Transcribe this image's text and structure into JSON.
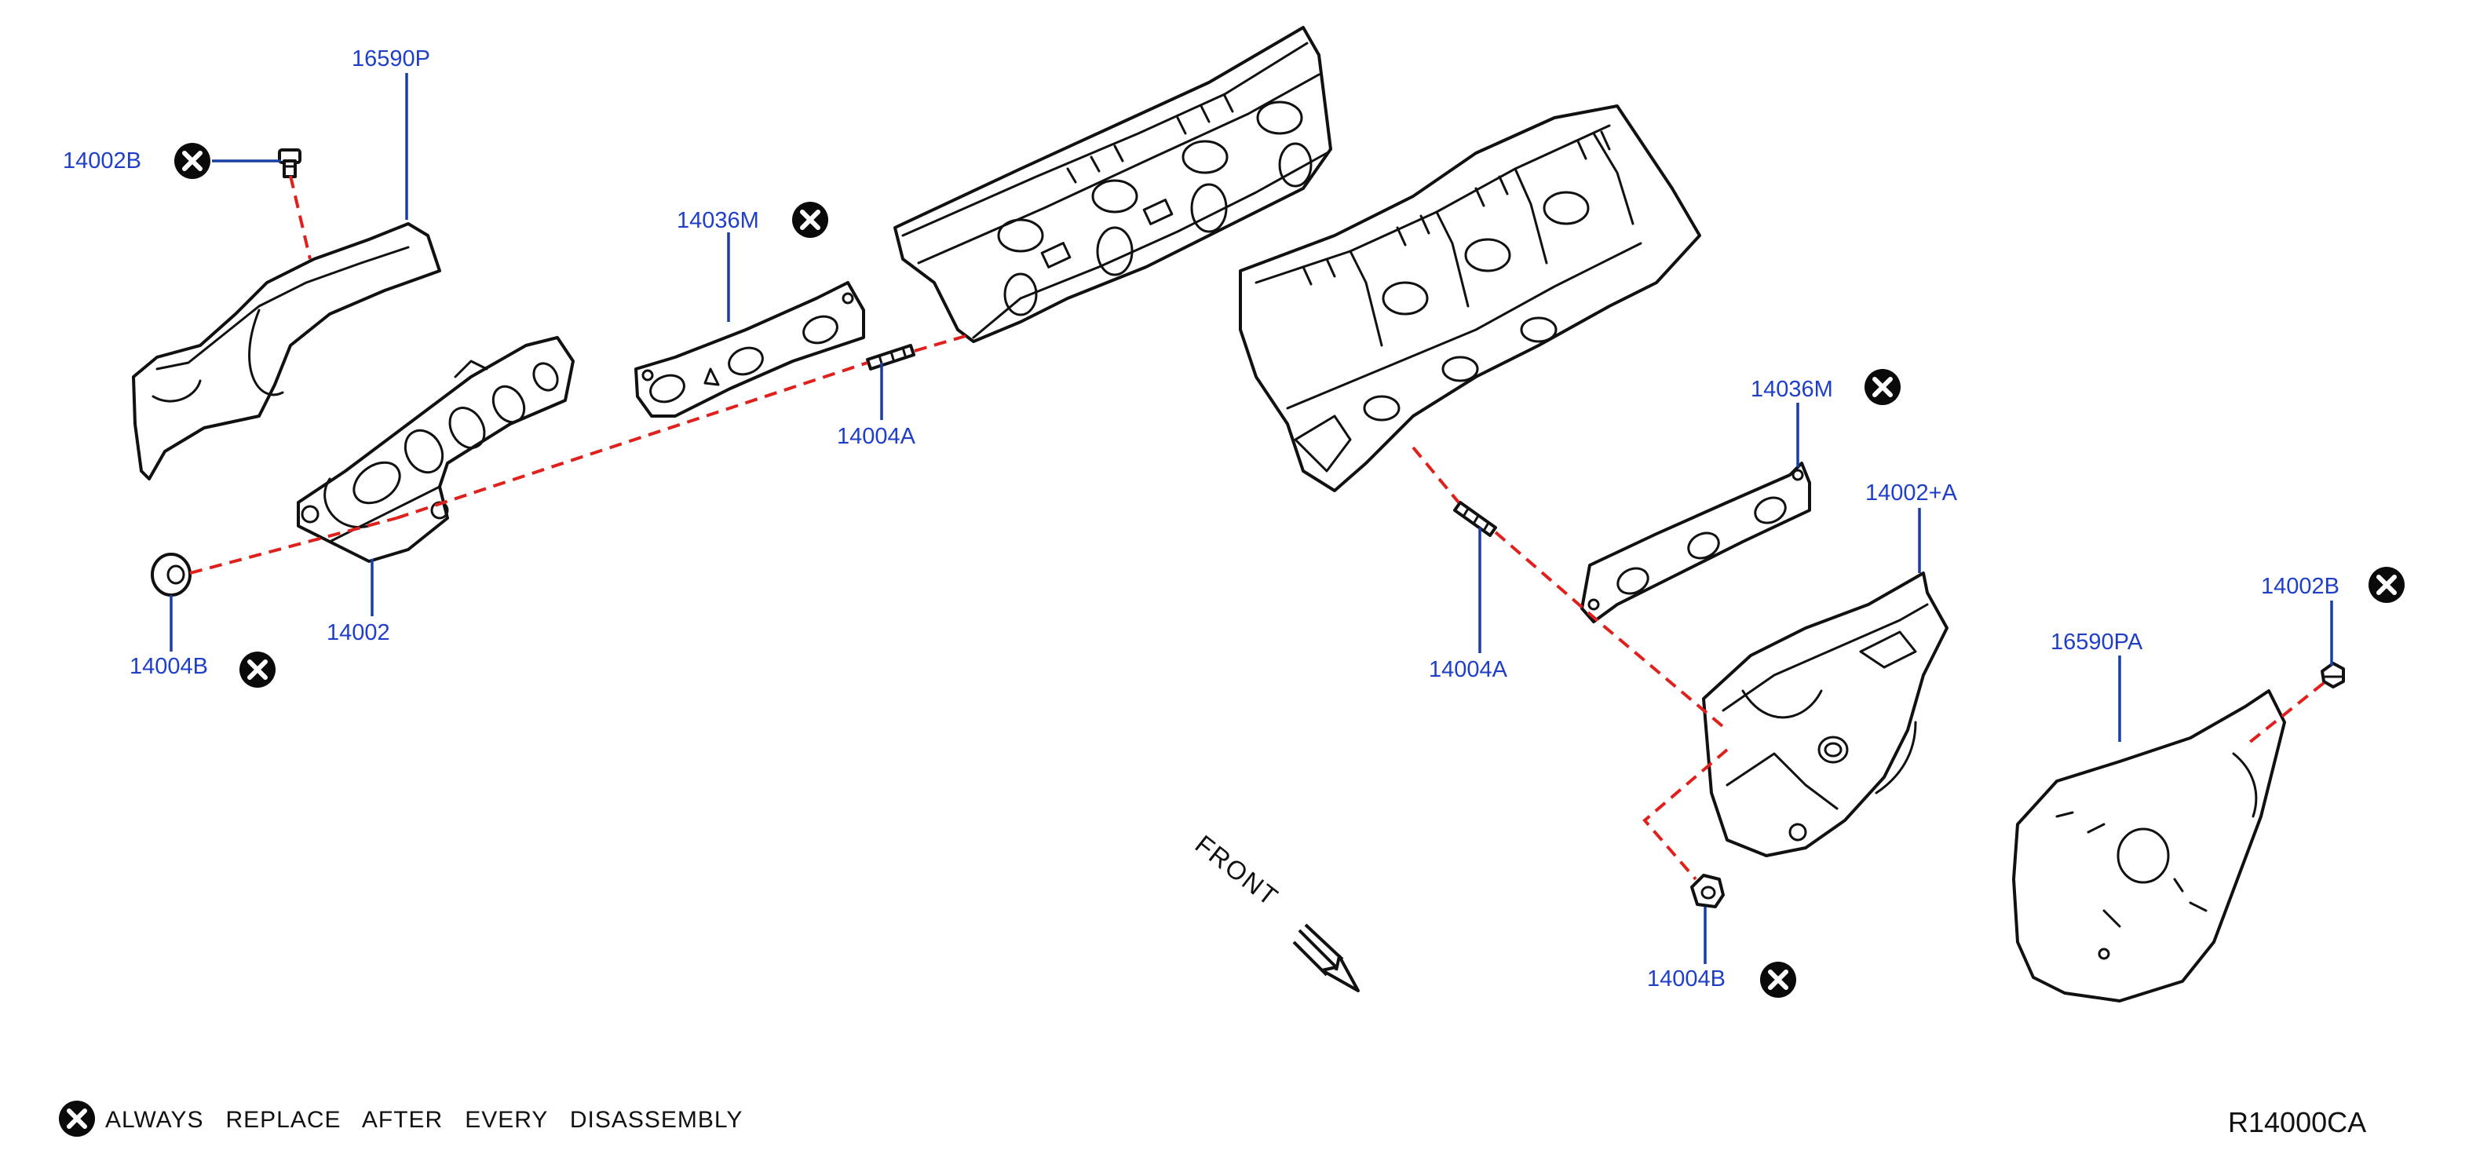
{
  "callouts": {
    "p16590P": "16590P",
    "p14002B_left": "14002B",
    "p14036M_left": "14036M",
    "p14004A_left": "14004A",
    "p14002": "14002",
    "p14004B_left": "14004B",
    "p14036M_right": "14036M",
    "p14002A": "14002+A",
    "p14004A_right": "14004A",
    "p14002B_right": "14002B",
    "p16590PA": "16590PA",
    "p14004B_right": "14004B"
  },
  "front_label": "FRONT",
  "footer": {
    "note": "ALWAYS   REPLACE   AFTER   EVERY   DISASSEMBLY",
    "reference": "R14000CA"
  },
  "icons": {
    "replace_symbol": "x-circle-icon",
    "front_arrow": "front-arrow-icon"
  },
  "colors": {
    "callout_text": "#1f3fc8",
    "leader_line": "#1a3fa0",
    "dashed_line": "#e0201c",
    "outline": "#111111"
  }
}
